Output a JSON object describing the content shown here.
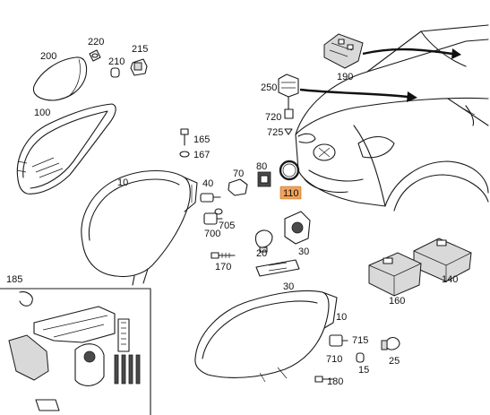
{
  "diagram": {
    "highlight_color": "#f0a25a",
    "part_numbers": [
      {
        "id": "p220",
        "text": "220"
      },
      {
        "id": "p215",
        "text": "215"
      },
      {
        "id": "p200",
        "text": "200"
      },
      {
        "id": "p210",
        "text": "210"
      },
      {
        "id": "p190",
        "text": "190"
      },
      {
        "id": "p250",
        "text": "250"
      },
      {
        "id": "p100",
        "text": "100"
      },
      {
        "id": "p720",
        "text": "720"
      },
      {
        "id": "p725",
        "text": "725"
      },
      {
        "id": "p165",
        "text": "165"
      },
      {
        "id": "p167",
        "text": "167"
      },
      {
        "id": "p80",
        "text": "80"
      },
      {
        "id": "p70",
        "text": "70"
      },
      {
        "id": "p40",
        "text": "40"
      },
      {
        "id": "p10a",
        "text": "10"
      },
      {
        "id": "p110",
        "text": "110"
      },
      {
        "id": "p705",
        "text": "705"
      },
      {
        "id": "p700",
        "text": "700"
      },
      {
        "id": "p20",
        "text": "20"
      },
      {
        "id": "p30a",
        "text": "30"
      },
      {
        "id": "p170",
        "text": "170"
      },
      {
        "id": "p140",
        "text": "140"
      },
      {
        "id": "p185",
        "text": "185"
      },
      {
        "id": "p30b",
        "text": "30"
      },
      {
        "id": "p160",
        "text": "160"
      },
      {
        "id": "p10b",
        "text": "10"
      },
      {
        "id": "p715",
        "text": "715"
      },
      {
        "id": "p710",
        "text": "710"
      },
      {
        "id": "p15",
        "text": "15"
      },
      {
        "id": "p25",
        "text": "25"
      },
      {
        "id": "p180",
        "text": "180"
      }
    ]
  }
}
